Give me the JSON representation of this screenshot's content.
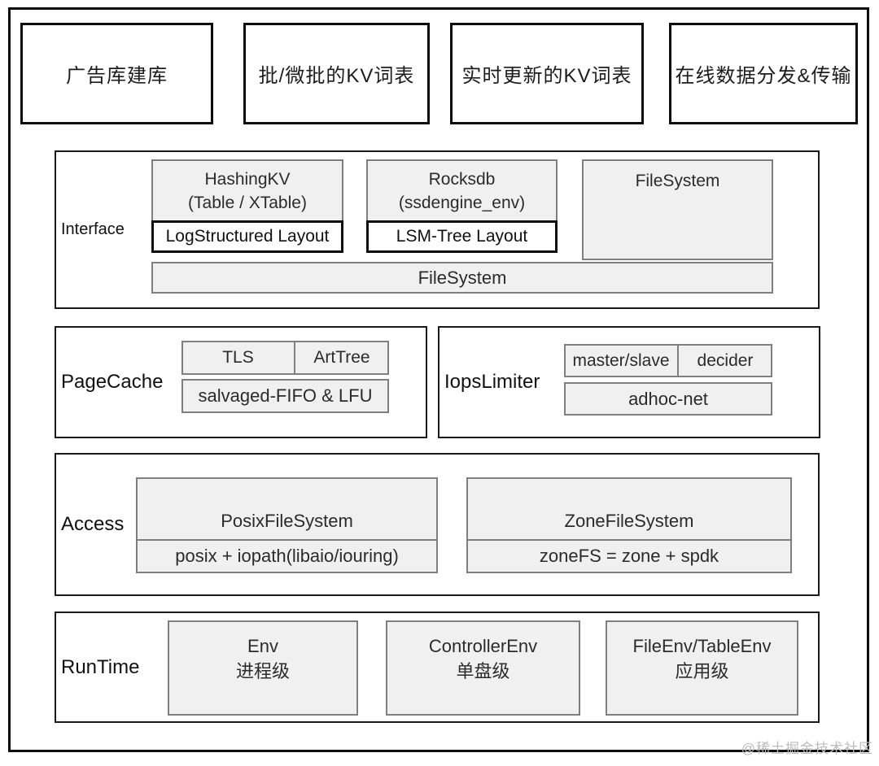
{
  "top_row": [
    {
      "label": "广告库建库"
    },
    {
      "label": "批/微批的KV词表"
    },
    {
      "label": "实时更新的KV词表"
    },
    {
      "label": "在线数据分发&传输"
    }
  ],
  "interface": {
    "label": "Interface",
    "hashingkv": {
      "line1": "HashingKV",
      "line2": "(Table / XTable)",
      "bar": "LogStructured Layout"
    },
    "rocksdb": {
      "line1": "Rocksdb",
      "line2": "(ssdengine_env)",
      "bar": "LSM-Tree Layout"
    },
    "filesystem_box": "FileSystem",
    "filesystem_bar": "FileSystem"
  },
  "pagecache": {
    "label": "PageCache",
    "cells": [
      "TLS",
      "ArtTree"
    ],
    "bottom": "salvaged-FIFO & LFU"
  },
  "iopslimiter": {
    "label": "IopsLimiter",
    "cells": [
      "master/slave",
      "decider"
    ],
    "bottom": "adhoc-net"
  },
  "access": {
    "label": "Access",
    "posix": {
      "title": "PosixFileSystem",
      "sub": "posix + iopath(libaio/iouring)"
    },
    "zone": {
      "title": "ZoneFileSystem",
      "sub": "zoneFS = zone + spdk"
    }
  },
  "runtime": {
    "label": "RunTime",
    "boxes": [
      {
        "line1": "Env",
        "line2": "进程级"
      },
      {
        "line1": "ControllerEnv",
        "line2": "单盘级"
      },
      {
        "line1": "FileEnv/TableEnv",
        "line2": "应用级"
      }
    ]
  },
  "watermark": {
    "text": "@稀土掘金技术社区"
  },
  "colors": {
    "frame_border": "#0d0d0d",
    "section_border": "#1a1a1a",
    "gray_fill": "#f0f0f0",
    "gray_border": "#7f7f7f",
    "emphasis_border": "#0f0f0f",
    "text": "#1c1c1c",
    "watermark": "#bdbdbd",
    "background": "#ffffff"
  }
}
